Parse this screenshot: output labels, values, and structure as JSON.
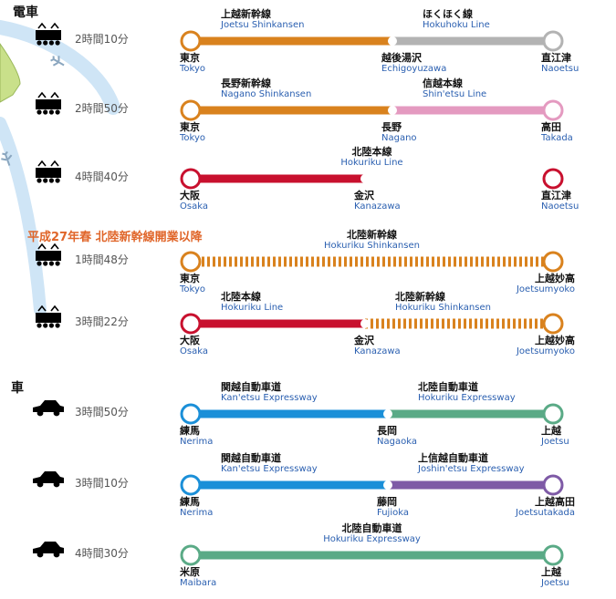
{
  "sections": {
    "train": "電車",
    "car": "車",
    "note": "平成27年春 北陸新幹線開業以降"
  },
  "colors": {
    "joetsu": "#d9821e",
    "hokuhoku": "#b3b3b3",
    "nagano": "#d9821e",
    "shinetsu": "#e49ac0",
    "hokuriku_line": "#c8102e",
    "hokuriku_shinkansen": "#d9821e",
    "kanetsu": "#1a8fd8",
    "hokuriku_exp": "#5aaa86",
    "joshinetsu": "#7e5aa6",
    "label_en": "#2a5fb0",
    "note": "#e0662a"
  },
  "routes": [
    {
      "duration": "2時間10分",
      "icon": "train-icon",
      "segments": [
        {
          "jp": "上越新幹線",
          "en": "Joetsu Shinkansen",
          "color": "joetsu",
          "style": "solid"
        },
        {
          "jp": "ほくほく線",
          "en": "Hokuhoku Line",
          "color": "hokuhoku",
          "style": "solid"
        }
      ],
      "stations": [
        {
          "jp": "東京",
          "en": "Tokyo"
        },
        {
          "jp": "越後湯沢",
          "en": "Echigoyuzawa"
        },
        {
          "jp": "直江津",
          "en": "Naoetsu"
        }
      ]
    },
    {
      "duration": "2時間50分",
      "icon": "train-icon",
      "segments": [
        {
          "jp": "長野新幹線",
          "en": "Nagano Shinkansen",
          "color": "nagano",
          "style": "solid"
        },
        {
          "jp": "信越本線",
          "en": "Shin'etsu Line",
          "color": "shinetsu",
          "style": "solid"
        }
      ],
      "stations": [
        {
          "jp": "東京",
          "en": "Tokyo"
        },
        {
          "jp": "長野",
          "en": "Nagano"
        },
        {
          "jp": "高田",
          "en": "Takada"
        }
      ]
    },
    {
      "duration": "4時間40分",
      "icon": "train-icon",
      "segments": [
        {
          "jp": "北陸本線",
          "en": "Hokuriku Line",
          "color": "hokuriku_line",
          "style": "solid"
        }
      ],
      "stations": [
        {
          "jp": "大阪",
          "en": "Osaka"
        },
        {
          "jp": "金沢",
          "en": "Kanazawa"
        },
        {
          "jp": "直江津",
          "en": "Naoetsu"
        }
      ]
    },
    {
      "duration": "1時間48分",
      "icon": "train-icon",
      "segments": [
        {
          "jp": "北陸新幹線",
          "en": "Hokuriku Shinkansen",
          "color": "hokuriku_shinkansen",
          "style": "dashed"
        }
      ],
      "stations": [
        {
          "jp": "東京",
          "en": "Tokyo"
        },
        {
          "jp": "上越妙高",
          "en": "Joetsumyoko"
        }
      ]
    },
    {
      "duration": "3時間22分",
      "icon": "train-icon",
      "segments": [
        {
          "jp": "北陸本線",
          "en": "Hokuriku Line",
          "color": "hokuriku_line",
          "style": "solid"
        },
        {
          "jp": "北陸新幹線",
          "en": "Hokuriku Shinkansen",
          "color": "hokuriku_shinkansen",
          "style": "dashed"
        }
      ],
      "stations": [
        {
          "jp": "大阪",
          "en": "Osaka"
        },
        {
          "jp": "金沢",
          "en": "Kanazawa"
        },
        {
          "jp": "上越妙高",
          "en": "Joetsumyoko"
        }
      ]
    },
    {
      "duration": "3時間50分",
      "icon": "car-icon",
      "segments": [
        {
          "jp": "関越自動車道",
          "en": "Kan'etsu Expressway",
          "color": "kanetsu",
          "style": "solid"
        },
        {
          "jp": "北陸自動車道",
          "en": "Hokuriku Expressway",
          "color": "hokuriku_exp",
          "style": "solid"
        }
      ],
      "stations": [
        {
          "jp": "練馬",
          "en": "Nerima"
        },
        {
          "jp": "長岡",
          "en": "Nagaoka"
        },
        {
          "jp": "上越",
          "en": "Joetsu"
        }
      ]
    },
    {
      "duration": "3時間10分",
      "icon": "car-icon",
      "segments": [
        {
          "jp": "関越自動車道",
          "en": "Kan'etsu Expressway",
          "color": "kanetsu",
          "style": "solid"
        },
        {
          "jp": "上信越自動車道",
          "en": "Joshin'etsu Expressway",
          "color": "joshinetsu",
          "style": "solid"
        }
      ],
      "stations": [
        {
          "jp": "練馬",
          "en": "Nerima"
        },
        {
          "jp": "藤岡",
          "en": "Fujioka"
        },
        {
          "jp": "上越高田",
          "en": "Joetsutakada"
        }
      ]
    },
    {
      "duration": "4時間30分",
      "icon": "car-icon",
      "segments": [
        {
          "jp": "北陸自動車道",
          "en": "Hokuriku Expressway",
          "color": "hokuriku_exp",
          "style": "solid"
        }
      ],
      "stations": [
        {
          "jp": "米原",
          "en": "Maibara"
        },
        {
          "jp": "上越",
          "en": "Joetsu"
        }
      ]
    }
  ]
}
